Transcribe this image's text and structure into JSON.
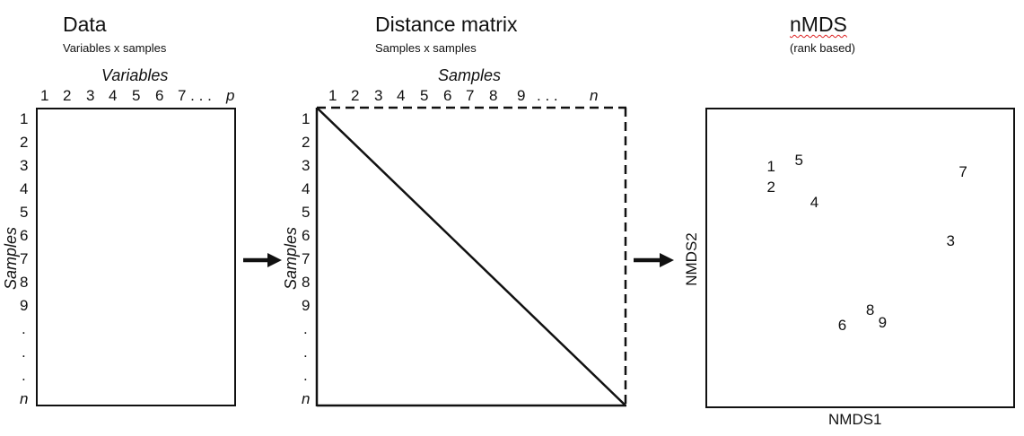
{
  "panels": {
    "data": {
      "title": "Data",
      "subtitle": "Variables x samples",
      "col_axis_title": "Variables",
      "row_axis_title": "Samples",
      "col_ticks": [
        "1",
        "2",
        "3",
        "4",
        "5",
        "6",
        "7 . . .",
        "p"
      ],
      "row_ticks": [
        "1",
        "2",
        "3",
        "4",
        "5",
        "6",
        "7",
        "8",
        "9",
        ".",
        ".",
        ".",
        "n"
      ]
    },
    "distance": {
      "title": "Distance matrix",
      "subtitle": "Samples x samples",
      "col_axis_title": "Samples",
      "row_axis_title": "Samples",
      "col_ticks": [
        "1",
        "2",
        "3",
        "4",
        "5",
        "6",
        "7",
        "8",
        "9",
        ". . .",
        "n"
      ],
      "row_ticks": [
        "1",
        "2",
        "3",
        "4",
        "5",
        "6",
        "7",
        "8",
        "9",
        ".",
        ".",
        ".",
        "n"
      ]
    },
    "nmds": {
      "title": "nMDS",
      "subtitle": "(rank based)",
      "x_axis_title": "NMDS1",
      "y_axis_title": "NMDS2",
      "points": [
        {
          "label": "1",
          "x": 0.21,
          "y": 0.19
        },
        {
          "label": "2",
          "x": 0.21,
          "y": 0.26
        },
        {
          "label": "3",
          "x": 0.79,
          "y": 0.44
        },
        {
          "label": "4",
          "x": 0.35,
          "y": 0.31
        },
        {
          "label": "5",
          "x": 0.3,
          "y": 0.17
        },
        {
          "label": "6",
          "x": 0.44,
          "y": 0.72
        },
        {
          "label": "7",
          "x": 0.83,
          "y": 0.21
        },
        {
          "label": "8",
          "x": 0.53,
          "y": 0.67
        },
        {
          "label": "9",
          "x": 0.57,
          "y": 0.71
        }
      ]
    }
  },
  "arrows": [
    "flow-arrow-data-to-distance",
    "flow-arrow-distance-to-nmds"
  ]
}
